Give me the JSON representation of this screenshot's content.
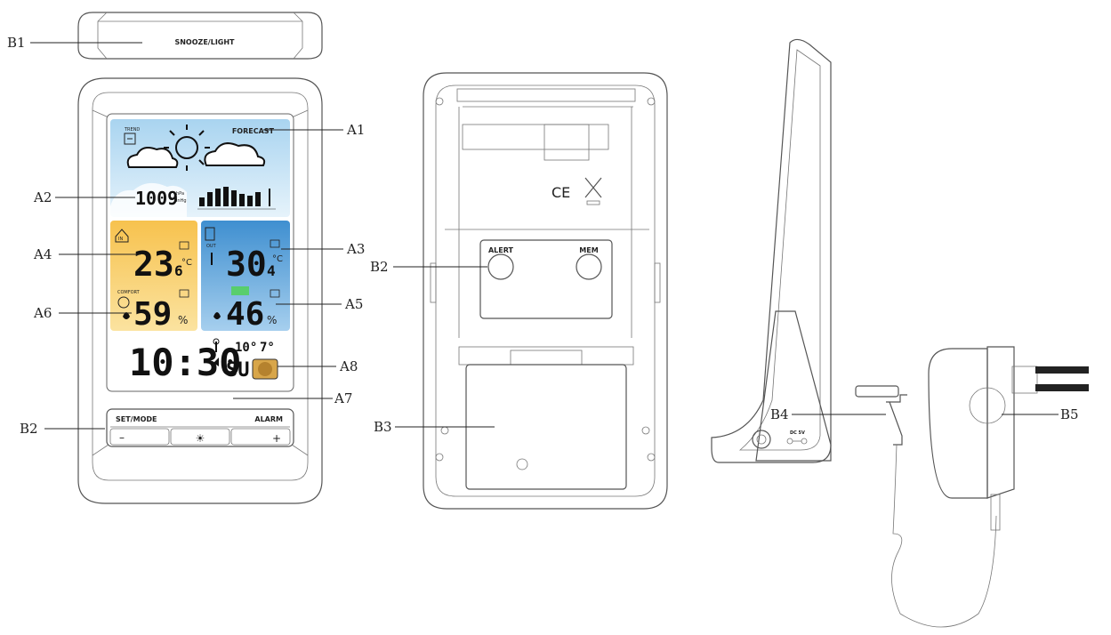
{
  "front_top": {
    "label": "SNOOZE/LIGHT"
  },
  "forecast": {
    "title": "FORECAST",
    "trend_label": "TREND"
  },
  "pressure": {
    "value": "1009",
    "unit_top": "hPa",
    "unit_bottom": "inHg"
  },
  "indoor": {
    "temperature_int": "23",
    "temperature_dec": "6",
    "temperature_unit": "°C",
    "humidity": "59",
    "humidity_unit": "%",
    "comfort_label": "COMFORT",
    "in_label": "IN"
  },
  "outdoor": {
    "temperature_int": "30",
    "temperature_dec": "4",
    "temperature_unit": "°C",
    "humidity": "46",
    "humidity_unit": "%",
    "out_label": "OUT"
  },
  "clock": {
    "time": "10:30",
    "day": "SU",
    "extra_left": "10°",
    "extra_right": "7°"
  },
  "front_buttons": {
    "set_mode": "SET/MODE",
    "alarm": "ALARM",
    "minus": "–",
    "light": "☀",
    "plus": "+"
  },
  "back": {
    "alert": "ALERT",
    "mem": "MEM"
  },
  "side": {
    "dc": "DC 5V"
  },
  "callouts": {
    "B1": "B1",
    "A1": "A1",
    "A2": "A2",
    "A3": "A3",
    "A4": "A4",
    "A5": "A5",
    "A6": "A6",
    "A7": "A7",
    "A8": "A8",
    "B2_front": "B2",
    "B2_back": "B2",
    "B3": "B3",
    "B4": "B4",
    "B5": "B5"
  },
  "colors": {
    "forecast_sky": "#bcdff5",
    "indoor_panel": "#f5c45a",
    "outdoor_panel": "#4d9bd6",
    "moon": "#d8a64a",
    "line": "#555555"
  }
}
